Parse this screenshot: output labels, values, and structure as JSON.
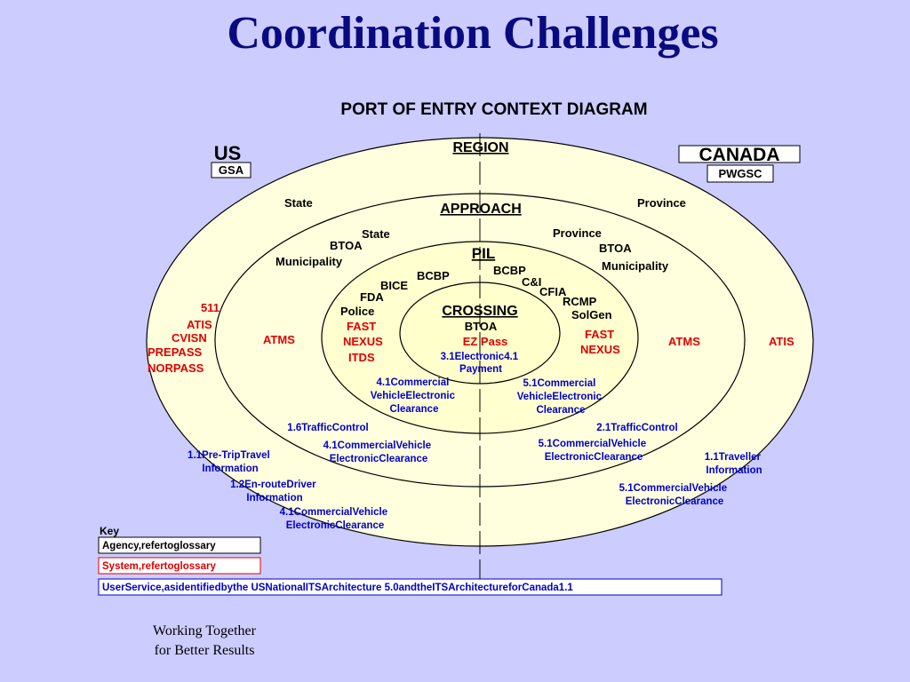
{
  "title": "Coordination Challenges",
  "subtitle": "PORT OF ENTRY CONTEXT DIAGRAM",
  "colors": {
    "background": "#ccccff",
    "title": "#0a0a80",
    "agency": "#000000",
    "system": "#e00000",
    "user_service": "#0000cc",
    "ring_fill": "#ffffdd",
    "inner_fill": "#ffffcc"
  },
  "headers": {
    "us": "US",
    "canada": "CANADA",
    "us_agency": "GSA",
    "canada_agency": "PWGSC"
  },
  "rings": {
    "region": "REGION",
    "approach": "APPROACH",
    "pil": "PIL",
    "crossing": "CROSSING"
  },
  "labels": {
    "state_outer": "State",
    "province_outer": "Province",
    "state_inner": "State",
    "province_inner": "Province",
    "btoa_left": "BTOA",
    "btoa_right": "BTOA",
    "municipality_left": "Municipality",
    "municipality_right": "Municipality",
    "bcbp_left": "BCBP",
    "bcbp_right": "BCBP",
    "bice": "BICE",
    "ci": "C&I",
    "fda": "FDA",
    "cfia": "CFIA",
    "police": "Police",
    "rcmp": "RCMP",
    "solgen": "SolGen",
    "btoa_crossing": "BTOA"
  },
  "systems": {
    "s511": "511",
    "atis_left": "ATIS",
    "cvisn": "CVISN",
    "prepass": "PREPASS",
    "norpass": "NORPASS",
    "atms_left": "ATMS",
    "fast_left": "FAST",
    "nexus_left": "NEXUS",
    "itds": "ITDS",
    "ezpass": "EZ Pass",
    "fast_right": "FAST",
    "nexus_right": "NEXUS",
    "atms_right": "ATMS",
    "atis_right": "ATIS"
  },
  "services": {
    "electronic_payment_1": "3.1Electronic4.1",
    "electronic_payment_2": "Payment",
    "cvec_pil_left_1": "4.1Commercial",
    "cvec_pil_left_2": "VehicleElectronic",
    "cvec_pil_left_3": "Clearance",
    "cvec_pil_right_1": "5.1Commercial",
    "cvec_pil_right_2": "VehicleElectronic",
    "cvec_pil_right_3": "Clearance",
    "traffic_left": "1.6TrafficControl",
    "traffic_right": "2.1TrafficControl",
    "cvec_app_left_1": "4.1CommercialVehicle",
    "cvec_app_left_2": "ElectronicClearance",
    "cvec_app_right_1": "5.1CommercialVehicle",
    "cvec_app_right_2": "ElectronicClearance",
    "pretrip_1": "1.1Pre-TripTravel",
    "pretrip_2": "Information",
    "enroute_1": "1.2En-routeDriver",
    "enroute_2": "Information",
    "cvec_reg_left_1": "4.1CommercialVehicle",
    "cvec_reg_left_2": "ElectronicClearance",
    "traveller_1": "1.1Traveller",
    "traveller_2": "Information",
    "cvec_reg_right_1": "5.1CommercialVehicle",
    "cvec_reg_right_2": "ElectronicClearance"
  },
  "key": {
    "title": "Key",
    "agency": "Agency,refertoglossary",
    "system": "System,refertoglossary",
    "user_service": "UserService,asidentifiedbythe USNationalITSArchitecture 5.0andtheITSArchitectureforCanada1.1"
  },
  "footer": {
    "line1": "Working Together",
    "line2": "for Better Results"
  }
}
